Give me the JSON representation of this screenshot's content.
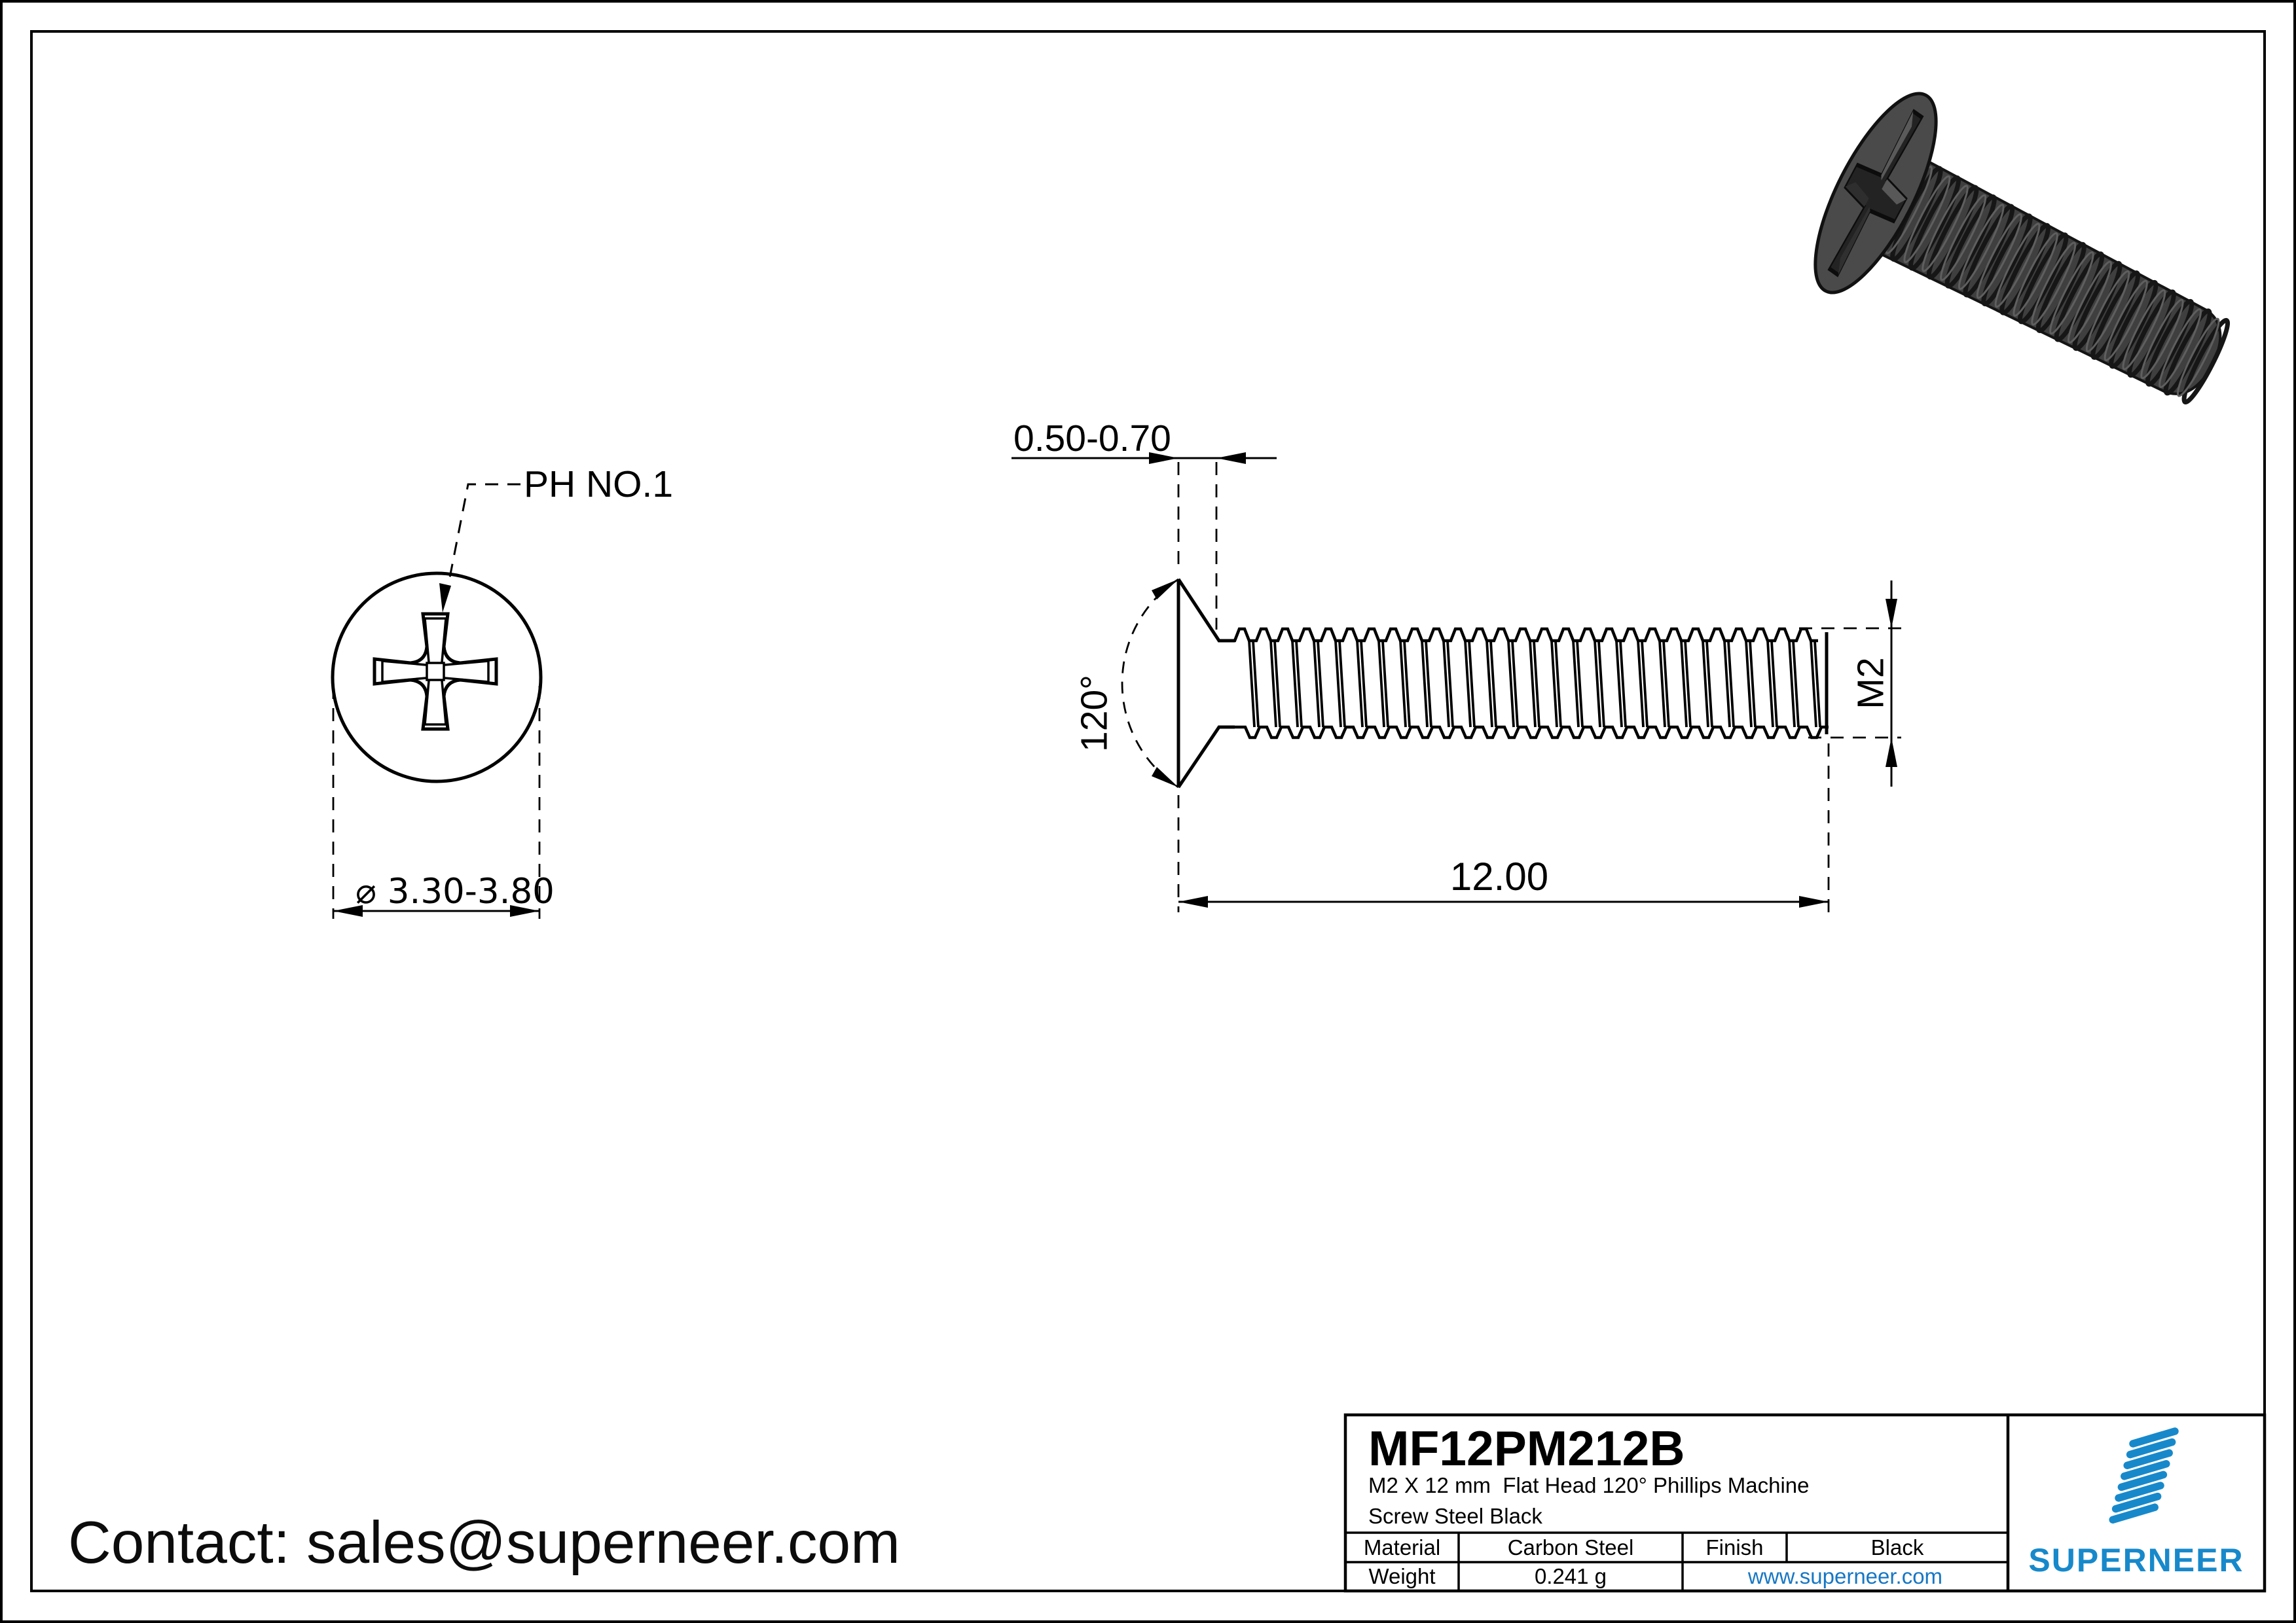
{
  "page": {
    "background": "#ffffff",
    "line_color": "#000000"
  },
  "top_view": {
    "ph_label": "PH NO.1",
    "diameter_label": "⌀ 3.30-3.80"
  },
  "side_view": {
    "edge_label": "0.50-0.70",
    "angle_label": "120°",
    "thread_label": "M2",
    "length_label": "12.00"
  },
  "title_block": {
    "part_number": "MF12PM212B",
    "description_line1": "M2 X 12 mm  Flat Head 120° Phillips Machine",
    "description_line2": "Screw Steel Black",
    "material_label": "Material",
    "material_value": "Carbon Steel",
    "finish_label": "Finish",
    "finish_value": "Black",
    "weight_label": "Weight",
    "weight_value": "0.241 g",
    "website": "www.superneer.com",
    "brand": "SUPERNEER",
    "brand_color": "#1789cb",
    "link_color": "#1777c4"
  },
  "contact": {
    "label": "Contact: sales@superneer.com"
  },
  "render": {
    "body_color": "#3f3f3f",
    "head_color": "#4a4a4a",
    "ridge_color": "#161616"
  }
}
